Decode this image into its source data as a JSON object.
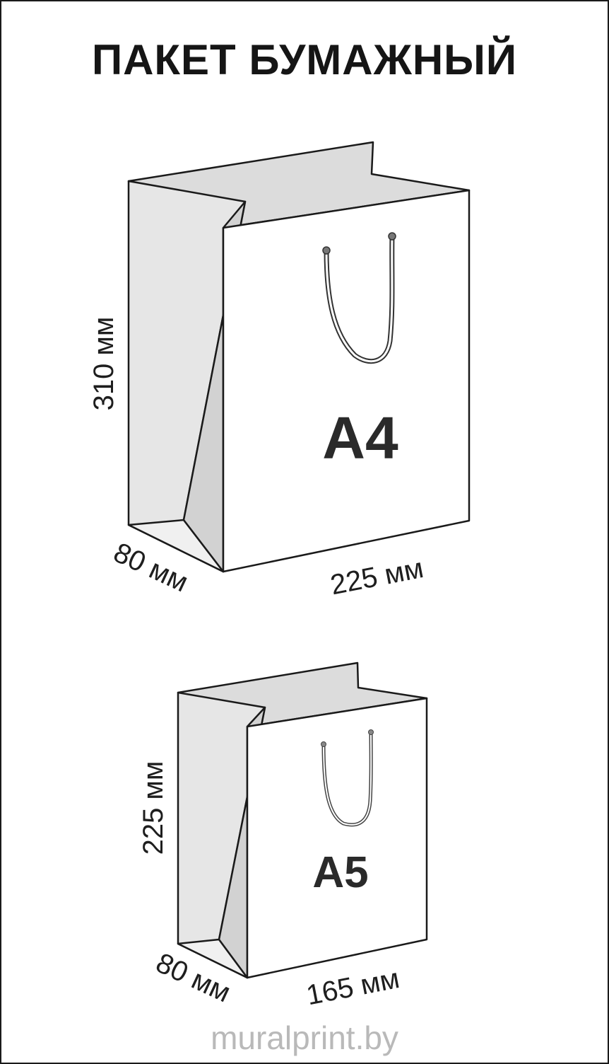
{
  "title": "ПАКЕТ БУМАЖНЫЙ",
  "bags": [
    {
      "label": "A4",
      "height_label": "310 мм",
      "depth_label": "80 мм",
      "width_label": "225 мм"
    },
    {
      "label": "A5",
      "height_label": "225 мм",
      "depth_label": "80 мм",
      "width_label": "165 мм"
    }
  ],
  "watermark": "muralprint.by",
  "colors": {
    "outline": "#1a1a1a",
    "side_light": "#e6e6e6",
    "side_mid": "#d2d2d2",
    "inside": "#dcdcdc",
    "front": "#ffffff",
    "watermark": "#b9b9b9"
  }
}
